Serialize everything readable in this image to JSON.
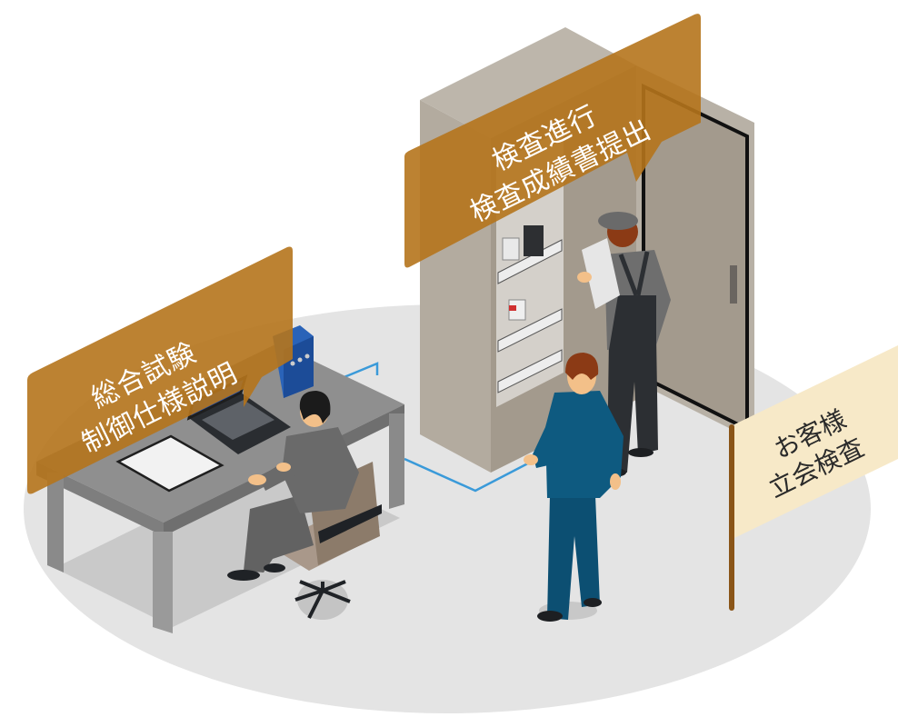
{
  "labels": {
    "integrated_test": {
      "line1": "総合試験",
      "line2": "制御仕様説明"
    },
    "inspection": {
      "line1": "検査進行",
      "line2": "検査成績書提出"
    },
    "customer_inspection": {
      "line1": "お客様",
      "line2": "立会検査"
    }
  },
  "colors": {
    "background": "#ffffff",
    "floor": "#e4e4e4",
    "callout_fill": "#b5741c",
    "callout_text": "#ffffff",
    "flag_fill": "#f7e9c8",
    "flag_pole": "#8a5518",
    "flag_text": "#2a2a2a",
    "cabinet_front": "#a39a8d",
    "cabinet_side": "#b3ab9f",
    "cabinet_top": "#bdb6ab",
    "desk_top": "#8f8f8f",
    "desk_leg": "#9a9a9a",
    "cable": "#3a9ad9",
    "suit_blue": "#0e5a80",
    "suit_grey": "#6e6e6e",
    "overalls": "#2c2f33",
    "chair": "#8c7b6a"
  },
  "scene": {
    "elements": [
      "desk",
      "laptop",
      "clipboard",
      "binders",
      "seated-engineer",
      "office-chair",
      "control-cabinet",
      "cabinet-door",
      "inspector-with-document",
      "customer-in-blue-suit",
      "network-cable",
      "customer-flag"
    ]
  }
}
